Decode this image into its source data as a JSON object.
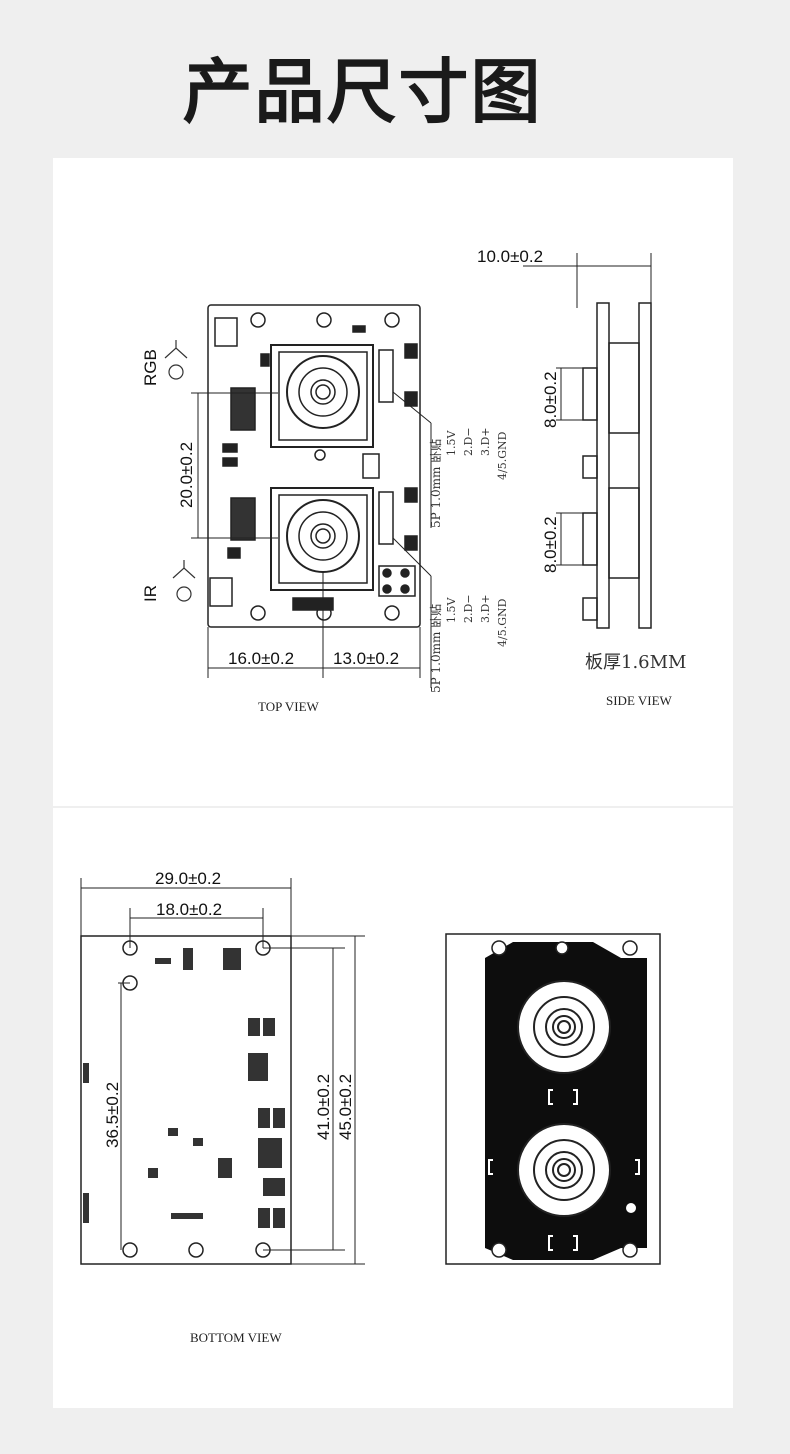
{
  "title": "产品尺寸图",
  "top_view": {
    "caption": "TOP  VIEW",
    "rgb_label": "RGB",
    "ir_label": "IR",
    "height_dim": "20.0±0.2",
    "left_width_dim": "16.0±0.2",
    "right_width_dim": "13.0±0.2",
    "connector_label": "5P 1.0mm 卧贴",
    "pins": [
      "1.5V",
      "2.D−",
      "3.D+",
      "4/5.GND"
    ]
  },
  "side_view": {
    "caption": "SIDE  VIEW",
    "width_dim": "10.0±0.2",
    "lens_upper_dim": "8.0±0.2",
    "lens_lower_dim": "8.0±0.2",
    "board_thickness": "板厚1.6MM"
  },
  "bottom_view": {
    "caption": "BOTTOM  VIEW",
    "width_dim": "29.0±0.2",
    "hole_spacing_dim": "18.0±0.2",
    "hole_height_dim": "36.5±0.2",
    "inner_height_dim": "41.0±0.2",
    "outer_height_dim": "45.0±0.2"
  }
}
